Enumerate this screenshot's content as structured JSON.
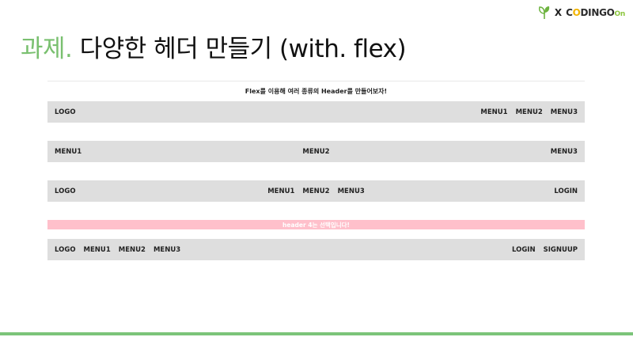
{
  "brand": {
    "x_label": "X",
    "coding_prefix": "C",
    "coding_o": "O",
    "coding_rest": "DINGO",
    "coding_suffix": "On"
  },
  "title": {
    "accent": "과제.",
    "main": "다양한 헤더 만들기 (with. flex)"
  },
  "caption": "Flex를 이용해 여러 종류의 Header를 만들어보자!",
  "header1": {
    "logo": "LOGO",
    "menu": [
      "MENU1",
      "MENU2",
      "MENU3"
    ]
  },
  "header2": {
    "menu": [
      "MENU1",
      "MENU2",
      "MENU3"
    ]
  },
  "header3": {
    "logo": "LOGO",
    "menu": [
      "MENU1",
      "MENU2",
      "MENU3"
    ],
    "login": "LOGIN"
  },
  "header4_note": "header 4는 선택입니다!",
  "header4": {
    "logo": "LOGO",
    "menu": [
      "MENU1",
      "MENU2",
      "MENU3"
    ],
    "login": "LOGIN",
    "signup": "SIGNUUP"
  },
  "colors": {
    "accent_green": "#7ac070",
    "bar_gray": "#dedede",
    "pink": "#ffc0cb",
    "bottom_line": "#7cc47a"
  }
}
